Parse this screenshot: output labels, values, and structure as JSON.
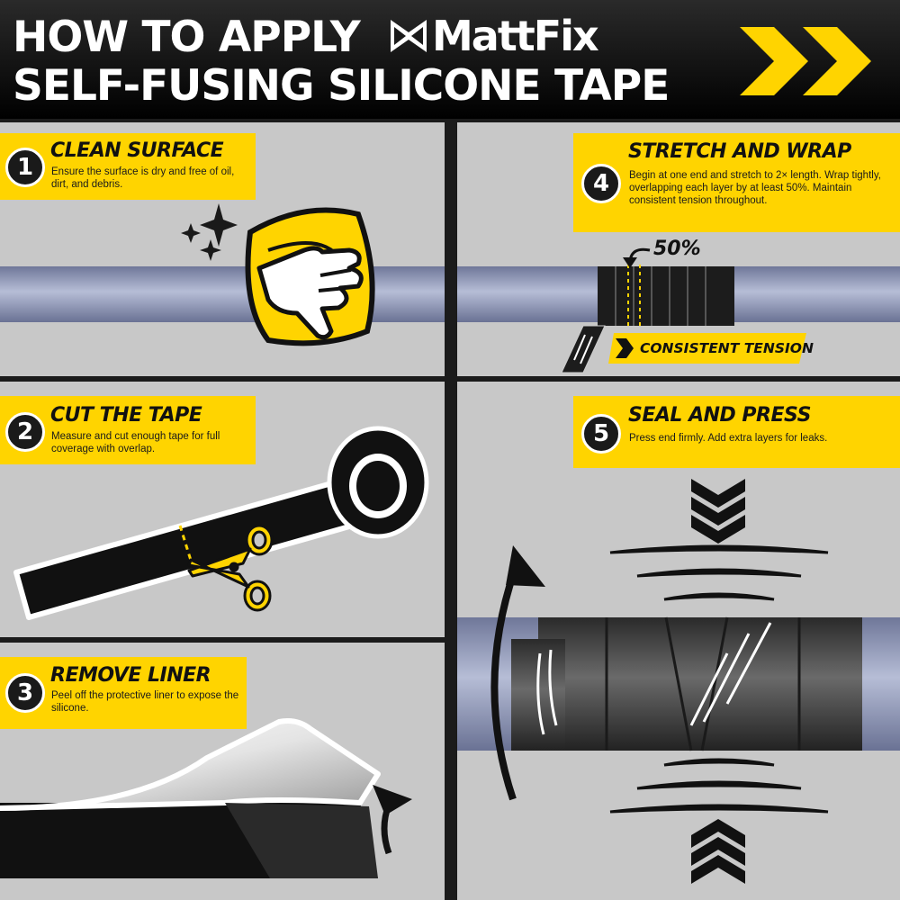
{
  "header": {
    "title_line1": "HOW TO APPLY",
    "brand_name": "MattFix",
    "title_line2": "SELF-FUSING SILICONE TAPE"
  },
  "steps": [
    {
      "number": "1",
      "title": "CLEAN SURFACE",
      "description": "Ensure the surface is dry and free of oil, dirt, and debris."
    },
    {
      "number": "2",
      "title": "CUT THE TAPE",
      "description": "Measure and cut enough tape for full coverage with overlap."
    },
    {
      "number": "3",
      "title": "REMOVE LINER",
      "description": "Peel off the protective liner to expose the silicone."
    },
    {
      "number": "4",
      "title": "STRETCH AND WRAP",
      "description": "Begin at one end and stretch to 2× length. Wrap tightly, overlapping each layer by at least 50%. Maintain consistent tension throughout."
    },
    {
      "number": "5",
      "title": "SEAL AND PRESS",
      "description": "Press end firmly. Add extra layers for leaks."
    }
  ],
  "labels": {
    "overlap": "50%",
    "tension": "CONSISTENT TENSION"
  },
  "colors": {
    "accent_yellow": "#ffd400",
    "background_gray": "#c8c8c8",
    "dark": "#1a1a1a",
    "pipe_blue": "#8f97b8"
  },
  "icons": [
    "brand-logo-icon",
    "chevron-arrows-icon",
    "sparkle-icon",
    "cleaning-cloth-hand-icon",
    "scissors-icon",
    "tape-roll-icon",
    "ruler-icon",
    "peel-arrow-icon",
    "rotate-arrow-icon",
    "press-chevrons-icon"
  ]
}
